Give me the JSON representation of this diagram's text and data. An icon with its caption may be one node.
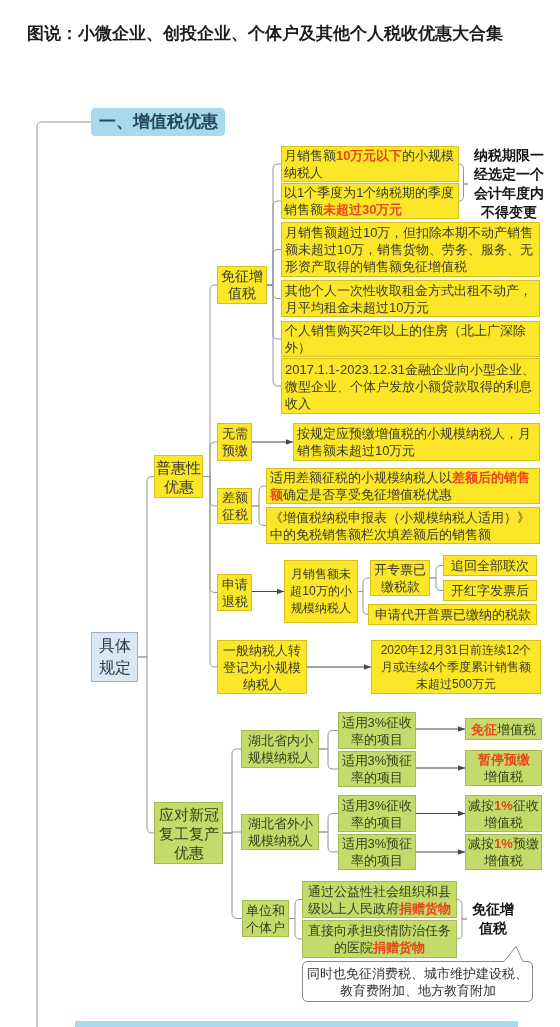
{
  "diagram": {
    "title": "图说：小微企业、创投企业、个体户及其他个人税收优惠大合集",
    "nodes": [
      {
        "text": [
          "一、增值税优惠"
        ]
      },
      {
        "text": [
          "具体规定"
        ]
      },
      {
        "text": [
          "普惠性优惠"
        ]
      },
      {
        "text": [
          "应对新冠复工复产优惠"
        ]
      },
      {
        "text": [
          "免征增值税"
        ]
      },
      {
        "text": [
          "无需预缴"
        ]
      },
      {
        "text": [
          "差额征税"
        ]
      },
      {
        "text": [
          "申请退税"
        ]
      },
      {
        "text": [
          "一般纳税人转登记为小规模纳税人"
        ]
      },
      {
        "text": [
          "月销售额**10万元以下**的小规模纳税人"
        ]
      },
      {
        "text": [
          "以1个季度为1个纳税期的季度销售额**未超过30万元**"
        ]
      },
      {
        "text": [
          "纳税期限一经选定一个会计年度内不得变更"
        ]
      },
      {
        "text": [
          "月销售额超过10万，但扣除本期不动产销售额未超过10万，销售货物、劳务、服务、无形资产取得的销售额免征增值税"
        ]
      },
      {
        "text": [
          "其他个人一次性收取租金方式出租不动产，月平均租金未超过10万元"
        ]
      },
      {
        "text": [
          "个人销售购买2年以上的住房（北上广深除外）"
        ]
      },
      {
        "text": [
          "2017.1.1-2023.12.31金融企业向小型企业、微型企业、个体户发放小额贷款取得的利息收入"
        ]
      },
      {
        "text": [
          "按规定应预缴增值税的小规模纳税人，月销售额未超过10万元"
        ]
      },
      {
        "text": [
          "适用差额征税的小规模纳税人以**差额后的销售额**确定是否享受免征增值税优惠"
        ]
      },
      {
        "text": [
          "《增值税纳税申报表（小规模纳税人适用）》中的免税销售额栏次填差额后的销售额"
        ]
      },
      {
        "text": [
          "月销售额未超10万的小规模纳税人"
        ]
      },
      {
        "text": [
          "开专票已缴税款"
        ]
      },
      {
        "text": [
          "申请代开普票已缴纳的税款"
        ]
      },
      {
        "text": [
          "追回全部联次"
        ]
      },
      {
        "text": [
          "开红字发票后"
        ]
      },
      {
        "text": [
          "2020年12月31日前连续12个月或连续4个季度累计销售额未超过500万元"
        ]
      },
      {
        "text": [
          "湖北省内小规模纳税人"
        ]
      },
      {
        "text": [
          "湖北省外小规模纳税人"
        ]
      },
      {
        "text": [
          "单位和个体户"
        ]
      },
      {
        "text": [
          "适用3%征收率的项目"
        ]
      },
      {
        "text": [
          "适用3%预征率的项目"
        ]
      },
      {
        "text": [
          "**免征**增值税"
        ]
      },
      {
        "text": [
          "**暂停预缴**增值税"
        ]
      },
      {
        "text": [
          "适用3%征收率的项目"
        ]
      },
      {
        "text": [
          "适用3%预征率的项目"
        ]
      },
      {
        "text": [
          "减按**1%**征收增值税"
        ]
      },
      {
        "text": [
          "减按**1%**预缴增值税"
        ]
      },
      {
        "text": [
          "通过公益性社会组织和县级以上人民政府**捐赠货物**"
        ]
      },
      {
        "text": [
          "直接向承担疫情防治任务的医院**捐赠货物**"
        ]
      },
      {
        "text": [
          "免征增值税"
        ]
      },
      {
        "text": [
          "同时也免征消费税、城市维护建设税、教育费附加、地方教育附加"
        ]
      },
      {
        "text": [],
        "shape": "bar"
      }
    ],
    "edges": [
      {
        "from": null,
        "to": 0,
        "arrow": "none"
      },
      {
        "from": 1,
        "to": 2,
        "arrow": "none"
      },
      {
        "from": 1,
        "to": 3,
        "arrow": "none"
      },
      {
        "from": 2,
        "to": 4,
        "arrow": "none"
      },
      {
        "from": 2,
        "to": 5,
        "arrow": "none"
      },
      {
        "from": 2,
        "to": 6,
        "arrow": "none"
      },
      {
        "from": 2,
        "to": 7,
        "arrow": "none"
      },
      {
        "from": 2,
        "to": 8,
        "arrow": "none"
      },
      {
        "from": 4,
        "to": 9,
        "arrow": "none"
      },
      {
        "from": 4,
        "to": 10,
        "arrow": "none"
      },
      {
        "from": 4,
        "to": 12,
        "arrow": "none"
      },
      {
        "from": 4,
        "to": 13,
        "arrow": "none"
      },
      {
        "from": 4,
        "to": 14,
        "arrow": "none"
      },
      {
        "from": 4,
        "to": 15,
        "arrow": "none"
      },
      {
        "from": 9,
        "to": 11,
        "arrow": "none"
      },
      {
        "from": 10,
        "to": 11,
        "arrow": "none"
      },
      {
        "from": 5,
        "to": 16,
        "arrow": "to"
      },
      {
        "from": 6,
        "to": 17,
        "arrow": "none"
      },
      {
        "from": 6,
        "to": 18,
        "arrow": "none"
      },
      {
        "from": 7,
        "to": 19,
        "arrow": "to"
      },
      {
        "from": 19,
        "to": 20,
        "arrow": "none"
      },
      {
        "from": 19,
        "to": 21,
        "arrow": "none"
      },
      {
        "from": 20,
        "to": 22,
        "arrow": "none"
      },
      {
        "from": 20,
        "to": 23,
        "arrow": "none"
      },
      {
        "from": 8,
        "to": 24,
        "arrow": "to"
      },
      {
        "from": 3,
        "to": 25,
        "arrow": "none"
      },
      {
        "from": 3,
        "to": 26,
        "arrow": "none"
      },
      {
        "from": 3,
        "to": 27,
        "arrow": "none"
      },
      {
        "from": 25,
        "to": 28,
        "arrow": "none"
      },
      {
        "from": 25,
        "to": 29,
        "arrow": "none"
      },
      {
        "from": 28,
        "to": 30,
        "arrow": "to"
      },
      {
        "from": 29,
        "to": 31,
        "arrow": "to"
      },
      {
        "from": 26,
        "to": 32,
        "arrow": "none"
      },
      {
        "from": 26,
        "to": 33,
        "arrow": "none"
      },
      {
        "from": 32,
        "to": 34,
        "arrow": "to"
      },
      {
        "from": 33,
        "to": 35,
        "arrow": "to"
      },
      {
        "from": 27,
        "to": 36,
        "arrow": "none"
      },
      {
        "from": 27,
        "to": 37,
        "arrow": "none"
      },
      {
        "from": 36,
        "to": 38,
        "arrow": "none"
      },
      {
        "from": 37,
        "to": 38,
        "arrow": "none"
      }
    ]
  }
}
